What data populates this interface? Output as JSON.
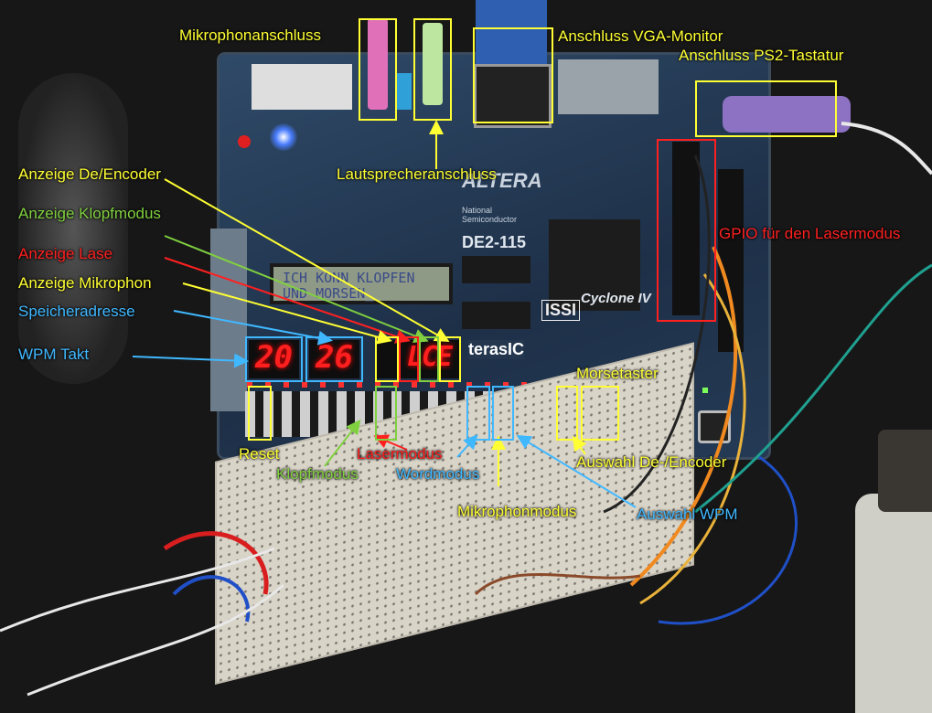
{
  "colors": {
    "yellow": "#ffff33",
    "green": "#80d040",
    "red": "#ff2020",
    "blue": "#40b8ff",
    "board": "#263d5a",
    "breadboard": "#d9d4c8",
    "lcd": "#8f9a86"
  },
  "board": {
    "lcd_line1": "ICH KONN KLOPFEN",
    "lcd_line2": "UND MORSEN_",
    "hex_display_1": "20",
    "hex_display_2": "26",
    "hex_display_3": "LCE",
    "brand_main": "ALTERA",
    "brand_model": "DE2-115",
    "brand_fpga": "Cyclone IV",
    "brand_issi": "ISSI",
    "brand_terasic": "terasIC",
    "brand_national": "National Semiconductor"
  },
  "labels": {
    "mikrophonanschluss": "Mikrophonanschluss",
    "vga": "Anschluss VGA-Monitor",
    "ps2": "Anschluss PS2-Tastatur",
    "lautsprecher": "Lautsprecheranschluss",
    "anzeige_encoder": "Anzeige De/Encoder",
    "anzeige_klopf": "Anzeige Klopfmodus",
    "anzeige_laser": "Anzeige Lase",
    "anzeige_mikrophon": "Anzeige Mikrophon",
    "speicheradresse": "Speicheradresse",
    "wpm_takt": "WPM Takt",
    "gpio": "GPIO für den Lasermodus",
    "morsetaster": "Morsetaster",
    "reset": "Reset",
    "lasermodus": "Lasermodus",
    "klopfmodus": "Klopfmodus",
    "wordmodus": "Wordmodus",
    "auswahl_encoder": "Auswahl De-/Encoder",
    "mikrophonmodus": "Mikrophonmodus",
    "auswahl_wpm": "Auswahl WPM"
  }
}
